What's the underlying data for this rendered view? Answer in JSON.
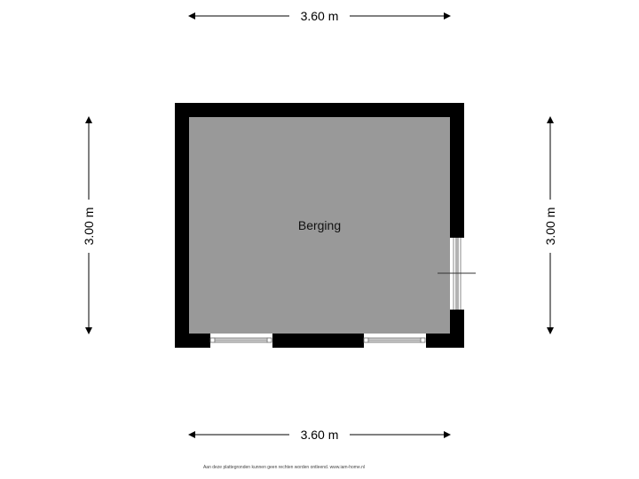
{
  "dimensions": {
    "top_width": "3.60 m",
    "bottom_width": "3.60 m",
    "left_height": "3.00 m",
    "right_height": "3.00 m"
  },
  "rooms": [
    {
      "label": "Berging"
    }
  ],
  "colors": {
    "wall": "#000000",
    "floor": "#999999",
    "background": "#ffffff"
  },
  "disclaimer": "Aan deze plattegronden kunnen geen rechten worden ontleend. www.iam-home.nl"
}
